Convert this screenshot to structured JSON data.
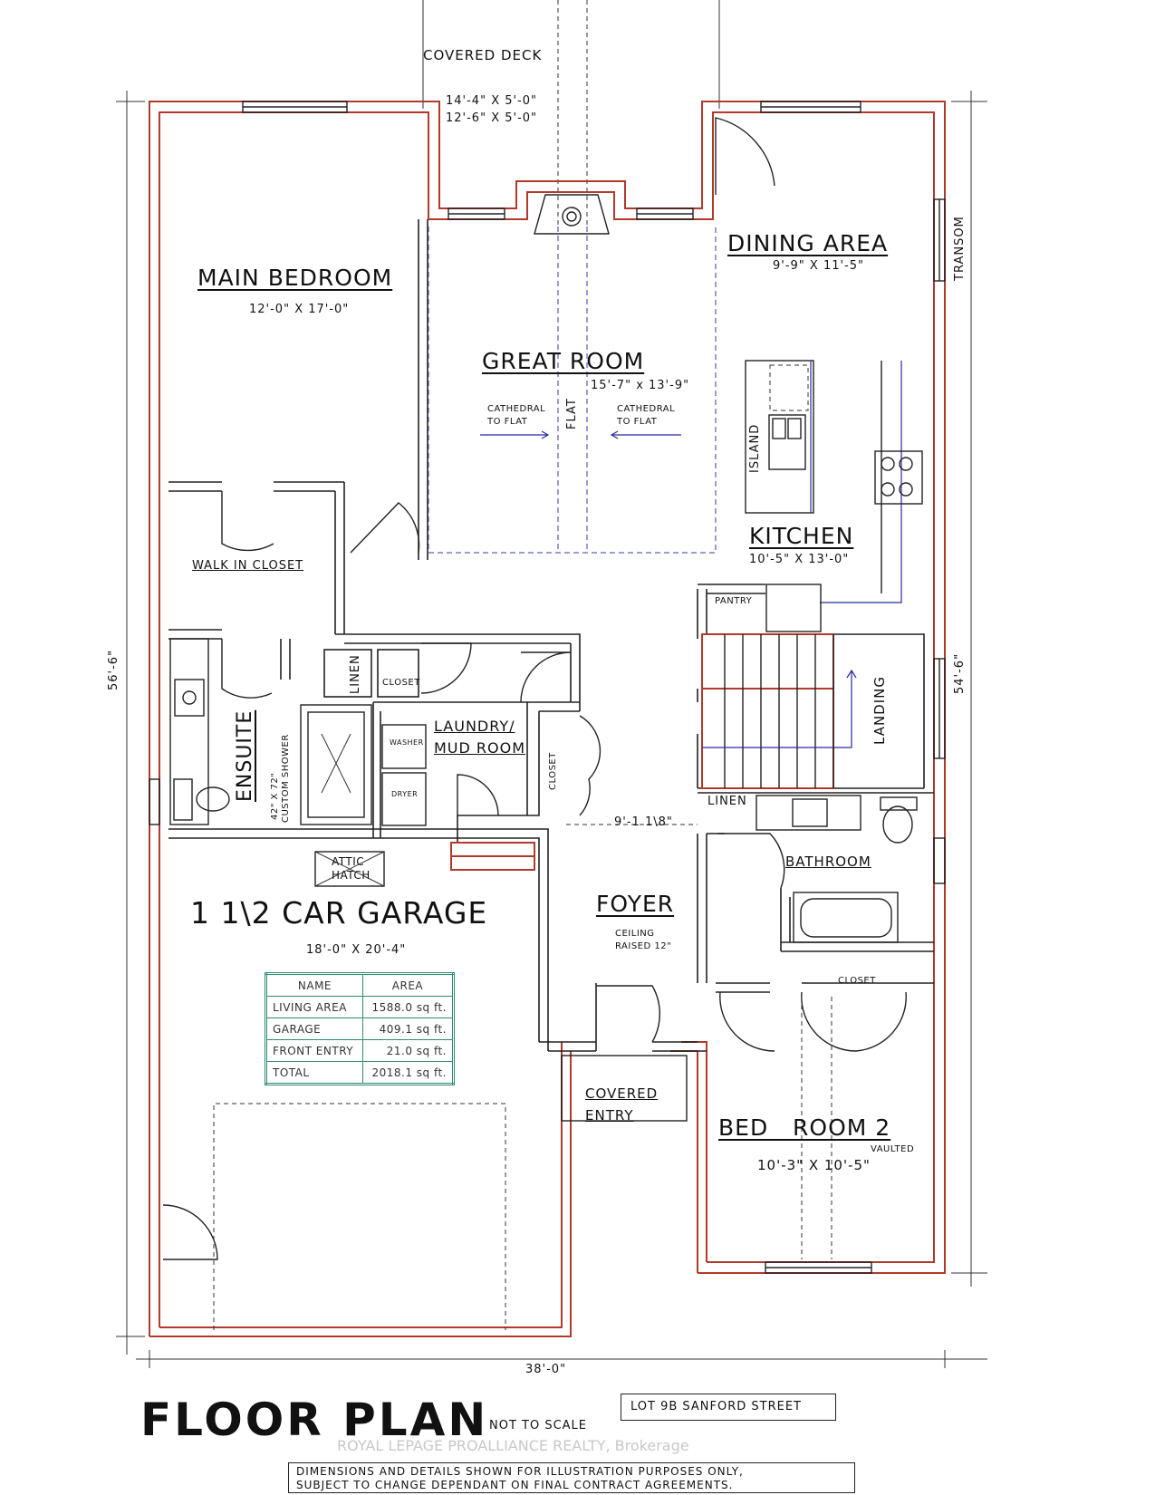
{
  "rooms": {
    "covered_deck": {
      "name": "COVERED DECK",
      "dim1": "14'-4\" X 5'-0\"",
      "dim2": "12'-6\" X 5'-0\""
    },
    "main_bedroom": {
      "name": "MAIN BEDROOM",
      "dim": "12'-0\" X 17'-0\""
    },
    "great_room": {
      "name": "GREAT ROOM",
      "dim": "15'-7\" x 13'-9\"",
      "flat": "FLAT",
      "left_note_1": "CATHEDRAL",
      "left_note_2": "TO FLAT",
      "right_note_1": "CATHEDRAL",
      "right_note_2": "TO FLAT"
    },
    "dining_area": {
      "name": "DINING AREA",
      "dim": "9'-9\" X 11'-5\"",
      "transom": "TRANSOM"
    },
    "kitchen": {
      "name": "KITCHEN",
      "dim": "10'-5\" X 13'-0\"",
      "island": "ISLAND",
      "pantry": "PANTRY"
    },
    "walk_in_closet": {
      "name": "WALK IN CLOSET"
    },
    "ensuite": {
      "name": "ENSUITE",
      "shower_1": "42\" X 72\"",
      "shower_2": "CUSTOM SHOWER",
      "linen": "LINEN"
    },
    "laundry": {
      "name_1": "LAUNDRY/",
      "name_2": "MUD ROOM",
      "closet": "CLOSET",
      "washer": "WASHER",
      "dryer": "DRYER",
      "closet2": "CLOSET"
    },
    "landing": {
      "name": "LANDING"
    },
    "bathroom": {
      "name": "BATHROOM",
      "linen": "LINEN"
    },
    "foyer": {
      "name": "FOYER",
      "note_1": "CEILING",
      "note_2": "RAISED 12\"",
      "width": "9'-1 1\\8\""
    },
    "garage": {
      "name": "1 1\\2 CAR GARAGE",
      "dim": "18'-0\" X 20'-4\"",
      "attic_1": "ATTIC",
      "attic_2": "HATCH"
    },
    "covered_entry": {
      "name_1": "COVERED",
      "name_2": "ENTRY"
    },
    "bedroom2": {
      "name": "BED   ROOM 2",
      "vaulted": "VAULTED",
      "dim": "10'-3\" X 10'-5\"",
      "closet": "CLOSET"
    }
  },
  "dimensions": {
    "left": "56'-6\"",
    "right": "54'-6\"",
    "bottom": "38'-0\""
  },
  "area_table": {
    "headers": [
      "NAME",
      "AREA"
    ],
    "rows": [
      [
        "LIVING AREA",
        "1588.0 sq ft."
      ],
      [
        "GARAGE",
        "409.1 sq ft."
      ],
      [
        "FRONT ENTRY",
        "21.0 sq ft."
      ],
      [
        "TOTAL",
        "2018.1 sq ft."
      ]
    ]
  },
  "footer": {
    "title": "FLOOR PLAN",
    "scale": "NOT TO SCALE",
    "lot": "LOT 9B SANFORD STREET",
    "watermark": "ROYAL LEPAGE PROALLIANCE REALTY, Brokerage",
    "disclaimer_1": "DIMENSIONS AND DETAILS SHOWN FOR ILLUSTRATION PURPOSES ONLY,",
    "disclaimer_2": "SUBJECT TO CHANGE DEPENDANT ON FINAL CONTRACT AGREEMENTS."
  },
  "colors": {
    "wall": "#b23a2a",
    "table": "#2e8b6f",
    "dash": "#3a3aa0"
  }
}
